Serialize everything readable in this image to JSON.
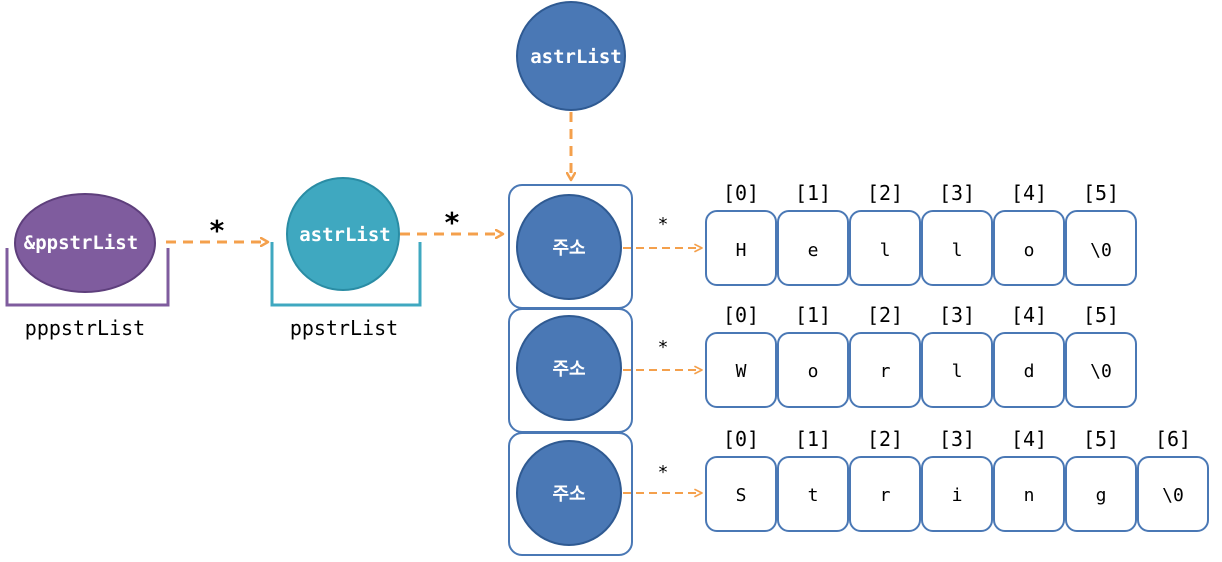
{
  "colors": {
    "purple_fill": "#7F5C9E",
    "purple_stroke": "#5E3F7C",
    "teal_fill": "#3FA8C0",
    "teal_stroke": "#2A8CA4",
    "blue_fill": "#4A78B5",
    "blue_stroke": "#2F5A92",
    "cell_stroke": "#4A78B5",
    "arrow": "#F4A04C",
    "text": "#000000"
  },
  "nodes": {
    "pppstrlist_node": {
      "label": "&ppstrList",
      "caption": "pppstrList"
    },
    "ppstrlist_node": {
      "label": "astrList",
      "caption": "ppstrList"
    },
    "astrlist_node": {
      "label": "astrList"
    }
  },
  "arrows": {
    "deref_1": "*",
    "deref_2": "*"
  },
  "address_slots": [
    {
      "label": "주소",
      "deref": "*"
    },
    {
      "label": "주소",
      "deref": "*"
    },
    {
      "label": "주소",
      "deref": "*"
    }
  ],
  "strings": [
    {
      "indices": [
        "[0]",
        "[1]",
        "[2]",
        "[3]",
        "[4]",
        "[5]"
      ],
      "chars": [
        "H",
        "e",
        "l",
        "l",
        "o",
        "\\0"
      ]
    },
    {
      "indices": [
        "[0]",
        "[1]",
        "[2]",
        "[3]",
        "[4]",
        "[5]"
      ],
      "chars": [
        "W",
        "o",
        "r",
        "l",
        "d",
        "\\0"
      ]
    },
    {
      "indices": [
        "[0]",
        "[1]",
        "[2]",
        "[3]",
        "[4]",
        "[5]",
        "[6]"
      ],
      "chars": [
        "S",
        "t",
        "r",
        "i",
        "n",
        "g",
        "\\0"
      ]
    }
  ]
}
